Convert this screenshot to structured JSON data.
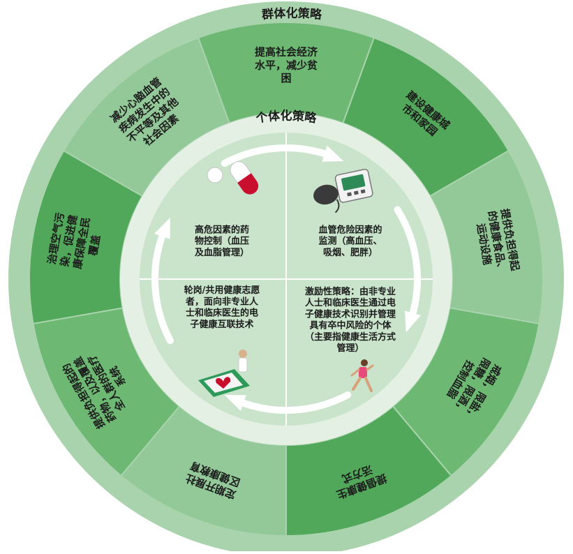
{
  "colors": {
    "outer_ring": "#a9d3ad",
    "segment_dark": "#52a85a",
    "segment_mid": "#6db873",
    "segment_light": "#93c998",
    "inner_band": "#e4f0e4",
    "quadrant": "#c9e4cb",
    "text": "#1b1b1b",
    "label_text": "#1b1b1b",
    "arrow": "#ffffff"
  },
  "outer_title": "群体化策略",
  "inner_title": "个体化策略",
  "population_strategies": [
    {
      "lines": [
        "提高社会经济",
        "水平，减少贫",
        "困"
      ]
    },
    {
      "lines": [
        "建设健康城",
        "市和家园"
      ]
    },
    {
      "lines": [
        "提供负担得起",
        "的健康食品、",
        "运动设施"
      ]
    },
    {
      "lines": [
        "戒烟，限盐，",
        "限糖，限酒，",
        "控制血脂"
      ]
    },
    {
      "lines": [
        "提倡健康生",
        "活方式"
      ]
    },
    {
      "lines": [
        "定期开展社",
        "区健康教育"
      ]
    },
    {
      "lines": [
        "提供负担得起的",
        "药物，以及覆盖",
        "全人群的医疗",
        "系统"
      ]
    },
    {
      "lines": [
        "治理空气污",
        "染，促进健",
        "康保障全民",
        "覆盖"
      ]
    },
    {
      "lines": [
        "减少心脑血管",
        "疾病发生中的",
        "不平等及其他",
        "社会因素"
      ]
    }
  ],
  "individual_strategies": [
    {
      "id": "top-left",
      "lines": [
        "高危因素的药",
        "物控制（血压",
        "及血脂管理）"
      ]
    },
    {
      "id": "top-right",
      "lines": [
        "血管危险因素的",
        "监测（高血压、",
        "吸烟、肥胖）"
      ]
    },
    {
      "id": "bottom-right",
      "lines": [
        "激励性策略：由非专业",
        "人士和临床医生通过电",
        "子健康技术识别并管理",
        "具有卒中风险的个体",
        "（主要指健康生活方式",
        "管理）"
      ]
    },
    {
      "id": "bottom-left",
      "lines": [
        "轮岗/共用健康志愿",
        "者，面向非专业人",
        "士和临床医生的电",
        "子健康互联技术"
      ]
    }
  ],
  "icons": [
    "pill-icon",
    "blood-pressure-monitor-icon",
    "runner-icon",
    "ehealth-tablet-icon"
  ]
}
